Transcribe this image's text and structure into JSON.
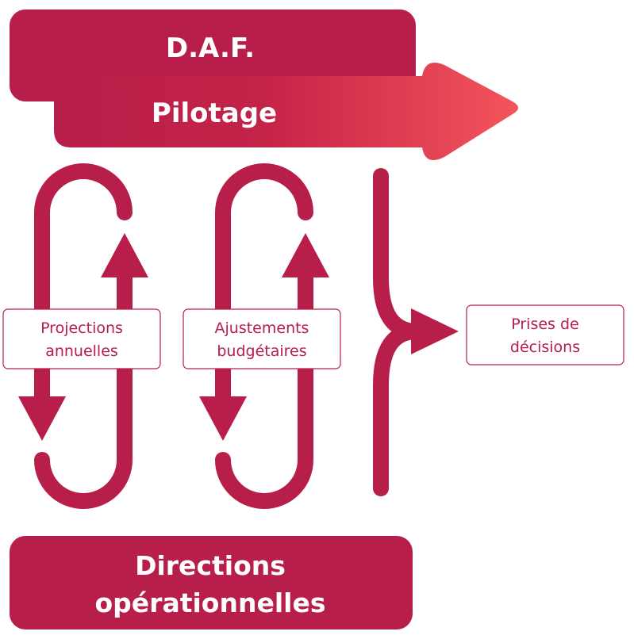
{
  "header": {
    "title": "D.A.F."
  },
  "pilotage": {
    "label": "Pilotage"
  },
  "loops": [
    {
      "line1": "Projections",
      "line2": "annuelles"
    },
    {
      "line1": "Ajustements",
      "line2": "budgétaires"
    }
  ],
  "decision": {
    "line1": "Prises de",
    "line2": "décisions"
  },
  "footer": {
    "line1": "Directions",
    "line2": "opérationnelles"
  },
  "colors": {
    "primary": "#b81e4a",
    "gradient_end": "#f4545a",
    "box_border": "#b81e4a",
    "box_fill": "#ffffff"
  }
}
